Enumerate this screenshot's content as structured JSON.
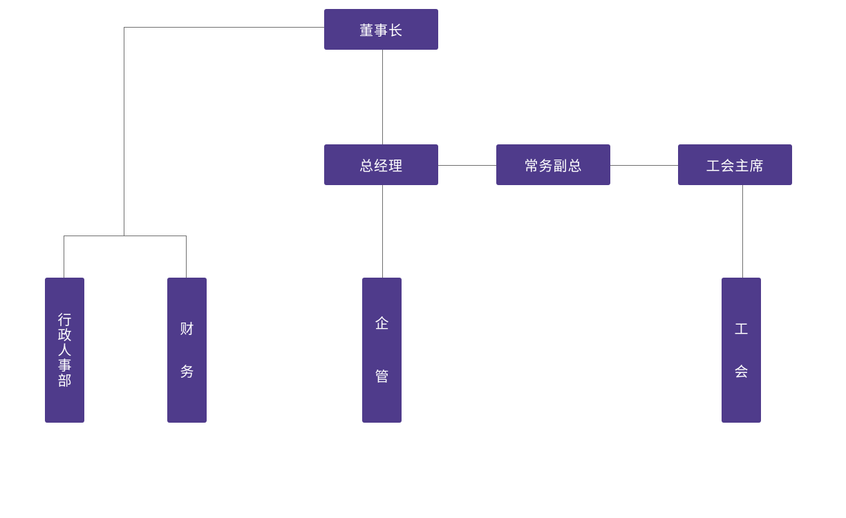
{
  "colors": {
    "node_fill": "#4f3b8b",
    "node_text": "#ffffff",
    "connector": "#6f6f6f",
    "background": "#ffffff"
  },
  "nodes": {
    "chairman": "董事长",
    "general_manager": "总经理",
    "executive_deputy": "常务副总",
    "union_chair": "工会主席",
    "admin_hr": "行政人事部",
    "finance": "财务",
    "enterprise_mgmt": "企管",
    "union": "工会"
  }
}
